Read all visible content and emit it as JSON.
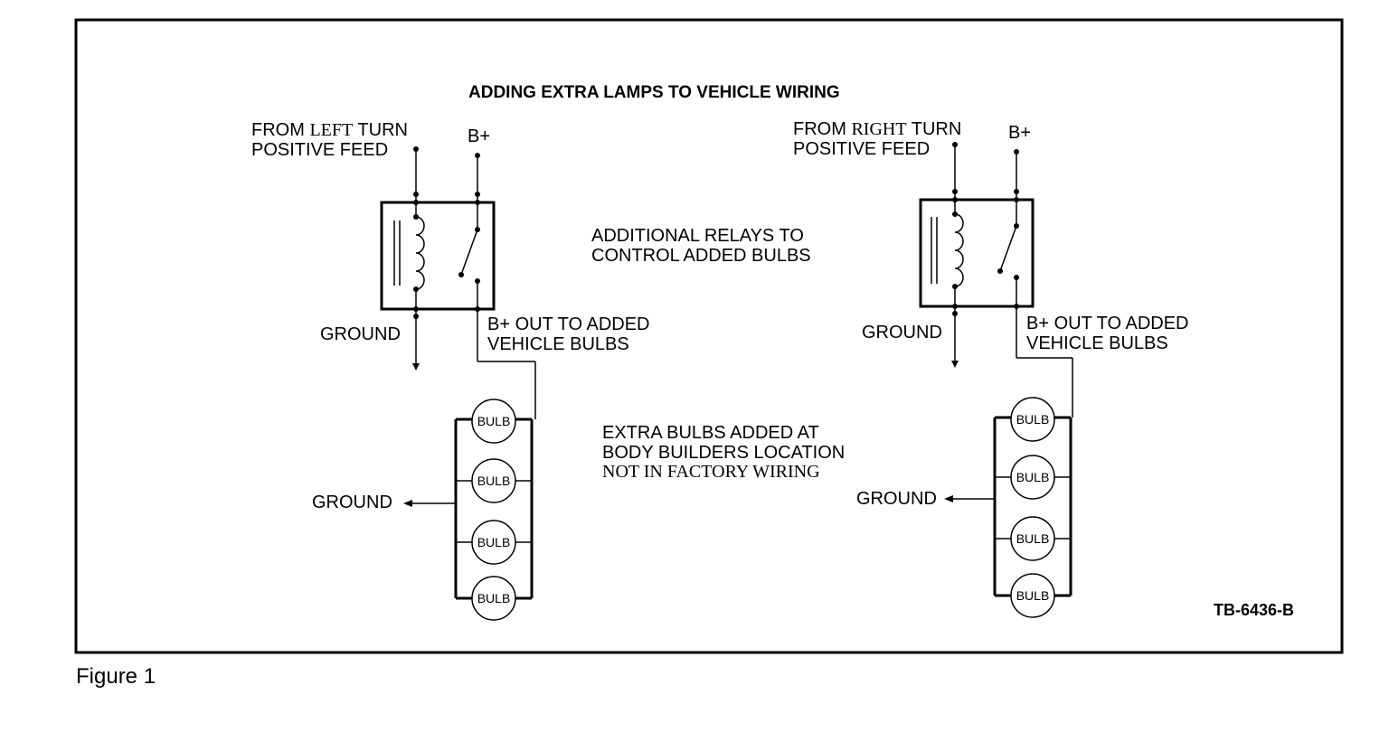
{
  "title": "ADDING EXTRA LAMPS TO VEHICLE WIRING",
  "left": {
    "feed_line1_a": "FROM ",
    "feed_line1_b": "LEFT",
    "feed_line1_c": " TURN",
    "feed_line2": "POSITIVE FEED",
    "bplus": "B+",
    "ground_relay": "GROUND",
    "out_line1": "B+ OUT TO ADDED",
    "out_line2": "VEHICLE BULBS",
    "ground_bulbs": "GROUND",
    "bulbs": [
      "BULB",
      "BULB",
      "BULB",
      "BULB"
    ]
  },
  "right": {
    "feed_line1_a": "FROM ",
    "feed_line1_b": "RIGHT",
    "feed_line1_c": " TURN",
    "feed_line2": "POSITIVE FEED",
    "bplus": "B+",
    "ground_relay": "GROUND",
    "out_line1": "B+ OUT TO ADDED",
    "out_line2": "VEHICLE BULBS",
    "ground_bulbs": "GROUND",
    "bulbs": [
      "BULB",
      "BULB",
      "BULB",
      "BULB"
    ]
  },
  "relays_note": {
    "line1": "ADDITIONAL RELAYS TO",
    "line2": "CONTROL ADDED BULBS"
  },
  "bulbs_note": {
    "line1": "EXTRA BULBS ADDED AT",
    "line2": "BODY BUILDERS LOCATION",
    "line3": "NOT IN FACTORY WIRING"
  },
  "code": "TB-6436-B",
  "caption": "Figure 1"
}
